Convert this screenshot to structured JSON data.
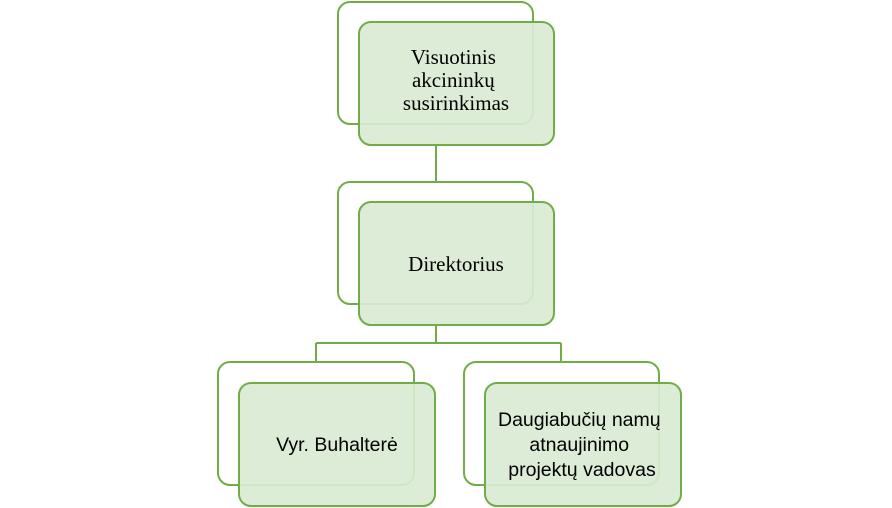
{
  "colors": {
    "stroke": "#70ad47",
    "fill": "#d9ead3",
    "background": "#ffffff"
  },
  "nodes": {
    "shareholders_meeting": {
      "lines": [
        "Visuotinis",
        "akcininkų",
        "susirinkimas"
      ]
    },
    "director": {
      "lines": [
        "Direktorius"
      ]
    },
    "chief_accountant": {
      "lines": [
        "Vyr. Buhalterė"
      ]
    },
    "project_manager": {
      "lines": [
        "Daugiabučių namų",
        "atnaujinimo",
        "projektų vadovas"
      ]
    }
  }
}
